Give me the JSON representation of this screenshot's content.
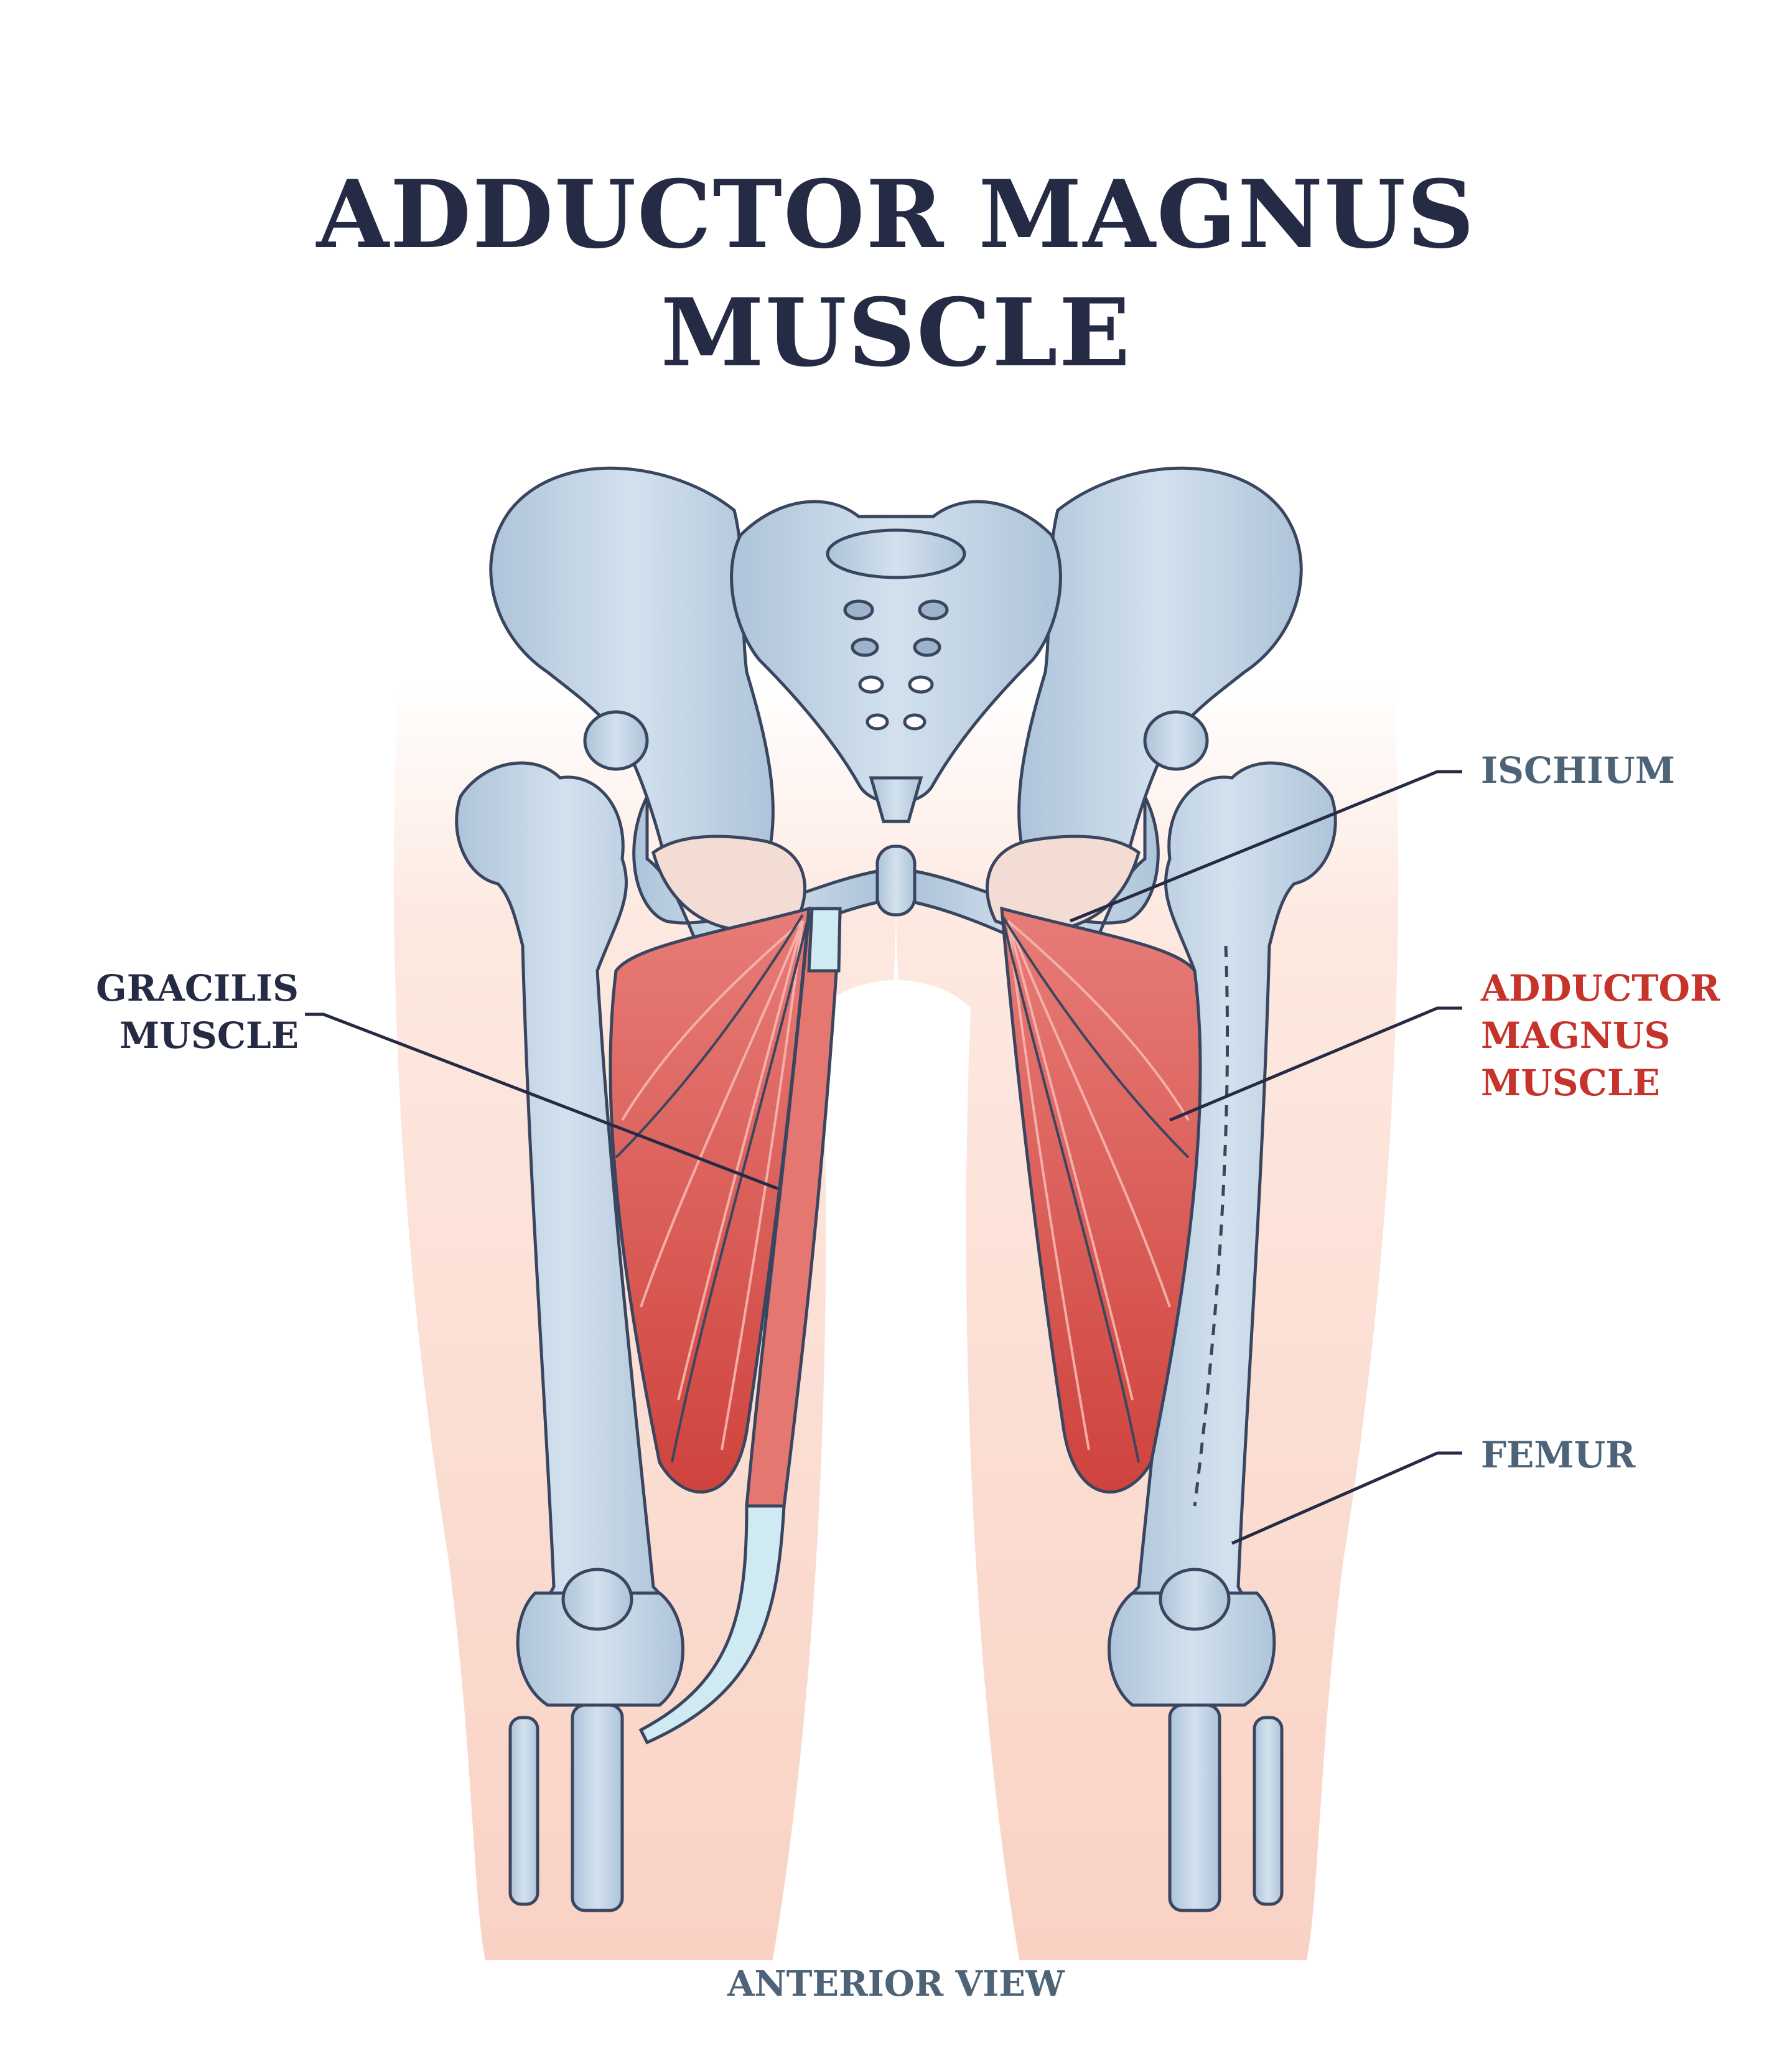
{
  "title": {
    "line1": "ADDUCTOR MAGNUS",
    "line2": "MUSCLE"
  },
  "labels": {
    "ischium": "ISCHIUM",
    "adductor_line1": "ADDUCTOR",
    "adductor_line2": "MAGNUS",
    "adductor_line3": "MUSCLE",
    "gracilis_line1": "GRACILIS",
    "gracilis_line2": "MUSCLE",
    "femur": "FEMUR",
    "view": "ANTERIOR VIEW"
  },
  "colors": {
    "title": "#262b45",
    "label_dark": "#262b45",
    "label_slate": "#4d6478",
    "label_red": "#c6332b",
    "bone_fill": "#c5d6e6",
    "bone_outline": "#3a4660",
    "muscle_fill": "#db5a56",
    "muscle_dark": "#c3332e",
    "skin_fill": "#fbddd2",
    "tendon_fill": "#9fd3e4"
  }
}
